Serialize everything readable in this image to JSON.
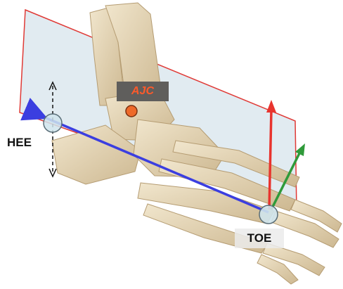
{
  "labels": {
    "ajc": "AJC",
    "hee": "HEE",
    "toe": "TOE"
  },
  "colors": {
    "plane_edge": "#e03a36",
    "plane_fill": "#c9dbe6",
    "heel_toe_axis": "#3b3ee0",
    "vertical_axis": "#e8342e",
    "lateral_axis": "#2f9a3a",
    "ajc_marker": "#ee6a2a",
    "marker_point": "#cfe4ec",
    "bone": "#e6d6b6"
  },
  "icons": [
    "ajc-marker-dot",
    "hee-marker-dot",
    "toe-marker-dot"
  ]
}
